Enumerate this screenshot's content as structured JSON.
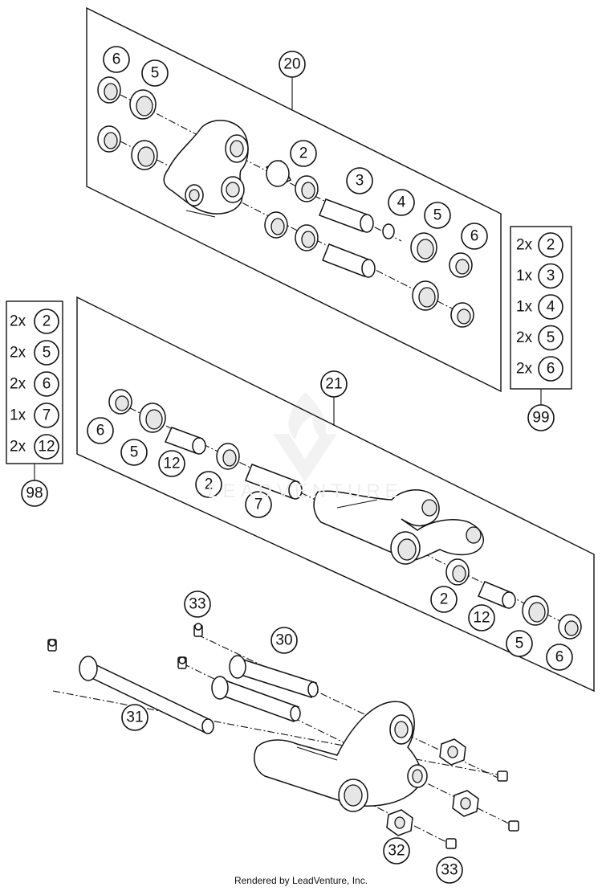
{
  "callouts": {
    "c20": "20",
    "c21": "21",
    "c99": "99",
    "c98": "98",
    "c2": "2",
    "c3": "3",
    "c4": "4",
    "c5": "5",
    "c6": "6",
    "c7": "7",
    "c12": "12",
    "c30": "30",
    "c31": "31",
    "c32": "32",
    "c33": "33"
  },
  "kit99": [
    {
      "qty": "2x",
      "part": "2"
    },
    {
      "qty": "1x",
      "part": "3"
    },
    {
      "qty": "1x",
      "part": "4"
    },
    {
      "qty": "2x",
      "part": "5"
    },
    {
      "qty": "2x",
      "part": "6"
    }
  ],
  "kit98": [
    {
      "qty": "2x",
      "part": "2"
    },
    {
      "qty": "2x",
      "part": "5"
    },
    {
      "qty": "2x",
      "part": "6"
    },
    {
      "qty": "1x",
      "part": "7"
    },
    {
      "qty": "2x",
      "part": "12"
    }
  ],
  "watermark": "LEADVENTURE",
  "footer": "Rendered by LeadVenture, Inc."
}
